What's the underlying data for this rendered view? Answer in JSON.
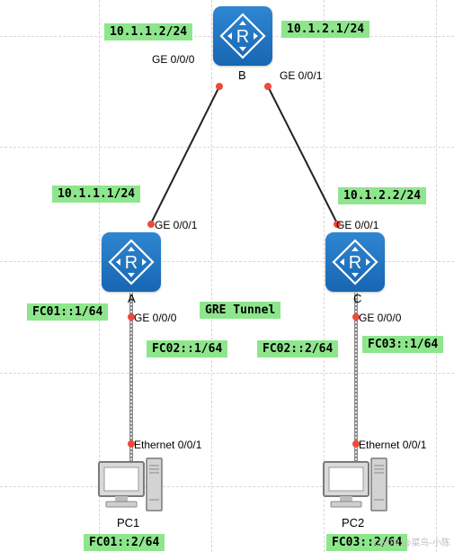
{
  "routers": {
    "b": {
      "label": "B"
    },
    "a": {
      "label": "A"
    },
    "c": {
      "label": "C"
    }
  },
  "pcs": {
    "pc1": {
      "label": "PC1"
    },
    "pc2": {
      "label": "PC2"
    }
  },
  "ports": {
    "b_ge000": "GE 0/0/0",
    "b_ge001": "GE 0/0/1",
    "a_ge001": "GE 0/0/1",
    "a_ge000": "GE 0/0/0",
    "c_ge001": "GE 0/0/1",
    "c_ge000": "GE 0/0/0",
    "pc1_eth": "Ethernet 0/0/1",
    "pc2_eth": "Ethernet 0/0/1"
  },
  "addresses": {
    "b_left": "10.1.1.2/24",
    "b_right": "10.1.2.1/24",
    "a_up": "10.1.1.1/24",
    "c_up": "10.1.2.2/24",
    "a_tunnel": "FC01::1/64",
    "a_lan": "FC02::1/64",
    "c_lan_tunnel": "FC02::2/64",
    "c_lan": "FC03::1/64",
    "pc1": "FC01::2/64",
    "pc2": "FC03::2/64"
  },
  "tunnel_label": "GRE Tunnel",
  "watermark": "CSDN @菜鸟-小陈",
  "colors": {
    "router_fill": "#1a6cb8",
    "ip_label_bg": "#8ee68c",
    "port_dot": "#f0493c",
    "link": "#222222"
  }
}
